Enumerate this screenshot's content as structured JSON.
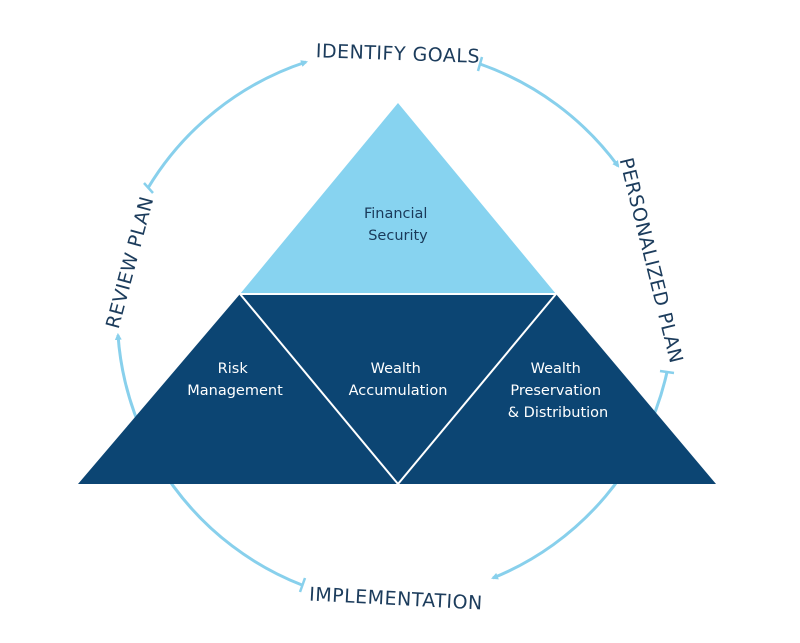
{
  "colors": {
    "light_blue": "#87d3f0",
    "dark_blue": "#0c4573",
    "arrow": "#88d0ec",
    "label": "#1c3c5c",
    "text_dark": "#1a3a5a",
    "text_light": "#ffffff"
  },
  "cycle": {
    "identify_goals": "IDENTIFY GOALS",
    "personalized_plan": "PERSONALIZED PLAN",
    "implementation": "IMPLEMENTATION",
    "review_plan": "REVIEW PLAN"
  },
  "pyramid": {
    "top": {
      "line1": "Financial",
      "line2": "Security"
    },
    "left": {
      "line1": "Risk",
      "line2": "Management"
    },
    "middle": {
      "line1": "Wealth",
      "line2": "Accumulation"
    },
    "right": {
      "line1": "Wealth",
      "line2": "Preservation",
      "line3": "& Distribution"
    }
  }
}
